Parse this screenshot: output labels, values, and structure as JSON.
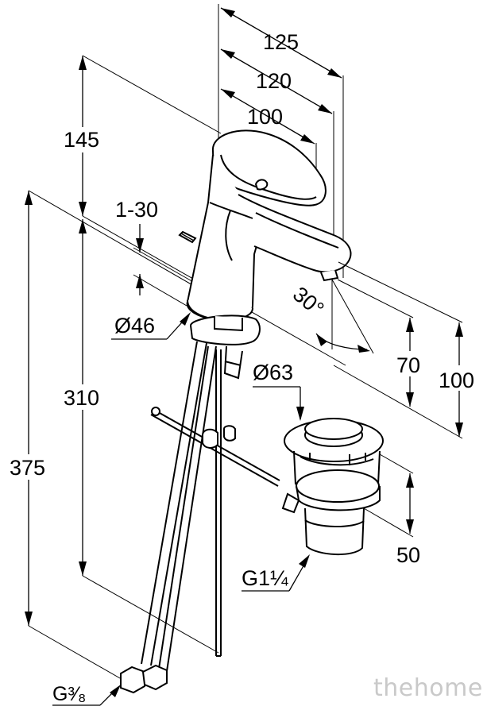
{
  "dimensions": {
    "d125": "125",
    "d120": "120",
    "d100_top": "100",
    "d145": "145",
    "d1_30": "1-30",
    "d46": "Ø46",
    "d310": "310",
    "d375": "375",
    "d63": "Ø63",
    "d30deg": "30°",
    "d70": "70",
    "d100_right": "100",
    "d50": "50",
    "g1_14": "G1¼",
    "g3_8": "G³⁄₈"
  },
  "watermark": "thehome"
}
